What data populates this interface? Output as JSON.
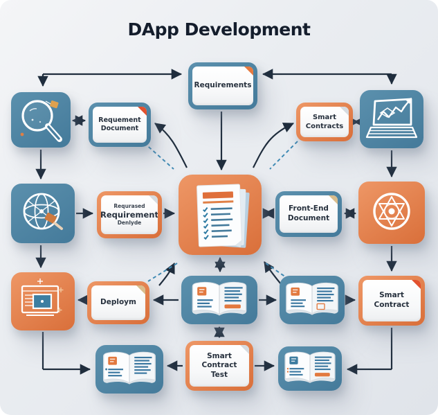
{
  "title": "DApp Development",
  "colors": {
    "blue": "#4d82a2",
    "orange": "#e07b45",
    "arrow": "#1f2d3d",
    "dashed_line": "#3f8ab4",
    "card": "#fdfdfd",
    "text": "#26303d",
    "background": "#e9ecf0"
  },
  "nodes": {
    "requirements": {
      "label": "Requirements"
    },
    "requirement_document": {
      "label": "Requement\nDocument"
    },
    "smart_contracts": {
      "label": "Smart\nContracts"
    },
    "requirement_analysis": {
      "top": "Requrased",
      "main": "Requirement",
      "bottom": "Denlyde"
    },
    "front_end_document": {
      "label": "Front-End\nDocument"
    },
    "deploy": {
      "label": "Deploym"
    },
    "smart_contract": {
      "label": "Smart\nContract"
    },
    "smart_contract_test": {
      "label": "Smart\nContract\nTest"
    }
  },
  "icons": {
    "magnifier": "magnifying-glass-icon",
    "laptop_chart": "chart-laptop-icon",
    "globe": "globe-search-icon",
    "geometry": "geometric-emblem-icon",
    "app_window": "app-window-icon",
    "checklist": "checklist-document-icon",
    "open_book": "open-book-icon"
  }
}
